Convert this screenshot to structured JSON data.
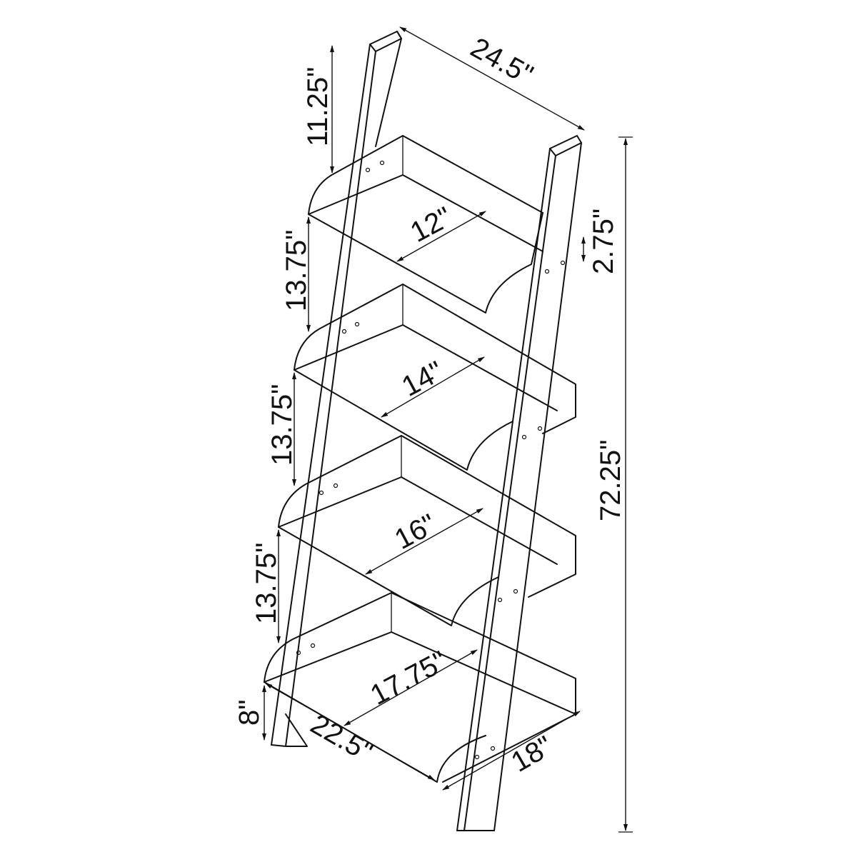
{
  "diagram": {
    "subject": "Ladder bookshelf with four shelves",
    "dimensions": {
      "top_width": "24.5\"",
      "top_gap": "11.25\"",
      "shelf_spacing_1": "13.75\"",
      "shelf_spacing_2": "13.75\"",
      "shelf_spacing_3": "13.75\"",
      "bottom_clearance": "8\"",
      "shelf_depth_1": "12\"",
      "shelf_depth_2": "14\"",
      "shelf_depth_3": "16\"",
      "shelf_depth_4": "17.75\"",
      "bottom_width": "22.5\"",
      "base_depth": "18\"",
      "total_height": "72.25\"",
      "lip_height": "2.75\""
    }
  }
}
